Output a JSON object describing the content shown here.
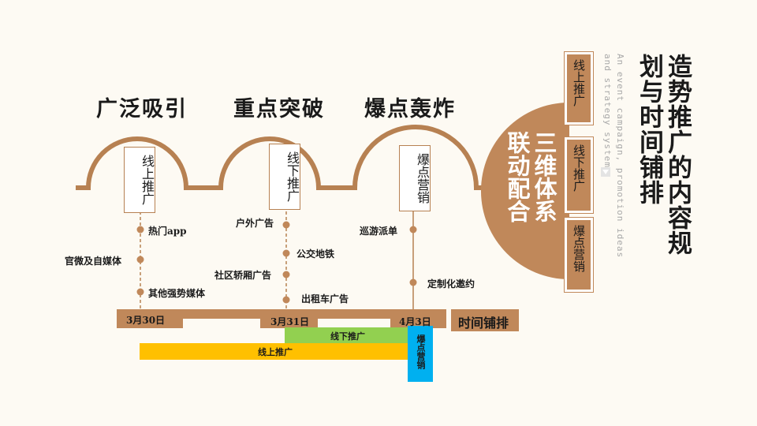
{
  "colors": {
    "brown": "#b78152",
    "dark_brown": "#c0885a",
    "green": "#92d050",
    "yellow": "#ffc000",
    "blue": "#00b0f0"
  },
  "phases": [
    {
      "title": "广泛吸引",
      "box": "线上推广"
    },
    {
      "title": "重点突破",
      "box": "线下推广"
    },
    {
      "title": "爆点轰炸",
      "box": "爆点营销"
    }
  ],
  "items": {
    "online": [
      "热门app",
      "官微及自媒体",
      "其他强势媒体"
    ],
    "offline": [
      "户外广告",
      "公交地铁",
      "社区轿厢广告",
      "出租车广告"
    ],
    "burst": [
      "巡游派单",
      "定制化邀约"
    ]
  },
  "timeline": {
    "dates": [
      "3月30日",
      "3月31日",
      "4月3日"
    ],
    "label": "时间铺排",
    "bars": {
      "offline": "线下推广",
      "online": "线上推广",
      "burst": "爆点营销"
    }
  },
  "center_circle": {
    "line1": "三维体系",
    "line2": "联动配合"
  },
  "right_boxes": [
    "线上推广",
    "线下推广",
    "爆点营销"
  ],
  "title": {
    "line1": "造势推广的内容规",
    "line2": "划与时间铺排"
  },
  "english": {
    "line1": "An event campaign, promotion ideas",
    "line2": "and strategy system"
  }
}
